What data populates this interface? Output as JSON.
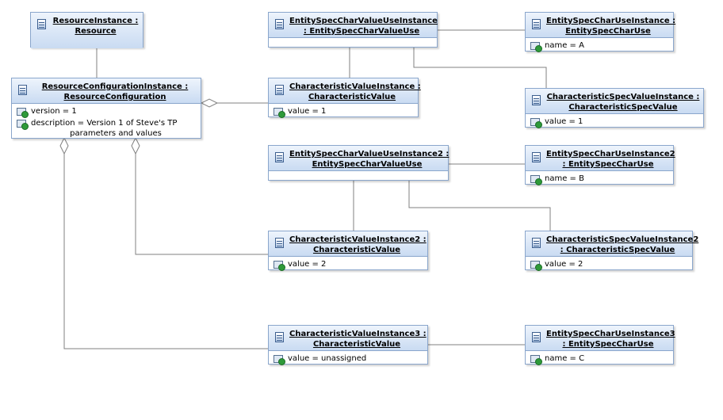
{
  "objects": {
    "resource_instance": {
      "name": "ResourceInstance :",
      "type": "Resource"
    },
    "resource_config": {
      "name": "ResourceConfigurationInstance :",
      "type": "ResourceConfiguration",
      "slots": [
        "version = 1",
        "description = Version 1 of Steve's TP"
      ],
      "slot_cont": "parameters and values"
    },
    "escvu1": {
      "name": "EntitySpecCharValueUseInstance",
      "type": ": EntitySpecCharValueUse"
    },
    "escu1": {
      "name": "EntitySpecCharUseInstance :",
      "type": "EntitySpecCharUse",
      "slot": "name = A"
    },
    "cv1": {
      "name": "CharacteristicValueInstance :",
      "type": "CharacteristicValue",
      "slot": "value = 1"
    },
    "csv1": {
      "name": "CharacteristicSpecValueInstance :",
      "type": "CharacteristicSpecValue",
      "slot": "value = 1"
    },
    "escvu2": {
      "name": "EntitySpecCharValueUseInstance2 :",
      "type": "EntitySpecCharValueUse"
    },
    "escu2": {
      "name": "EntitySpecCharUseInstance2",
      "type": ": EntitySpecCharUse",
      "slot": "name = B"
    },
    "cv2": {
      "name": "CharacteristicValueInstance2 :",
      "type": "CharacteristicValue",
      "slot": "value = 2"
    },
    "csv2": {
      "name": "CharacteristicSpecValueInstance2",
      "type": ": CharacteristicSpecValue",
      "slot": "value = 2"
    },
    "cv3": {
      "name": "CharacteristicValueInstance3 :",
      "type": "CharacteristicValue",
      "slot": "value = unassigned"
    },
    "escu3": {
      "name": "EntitySpecCharUseInstance3",
      "type": ": EntitySpecCharUse",
      "slot": "name = C"
    }
  }
}
